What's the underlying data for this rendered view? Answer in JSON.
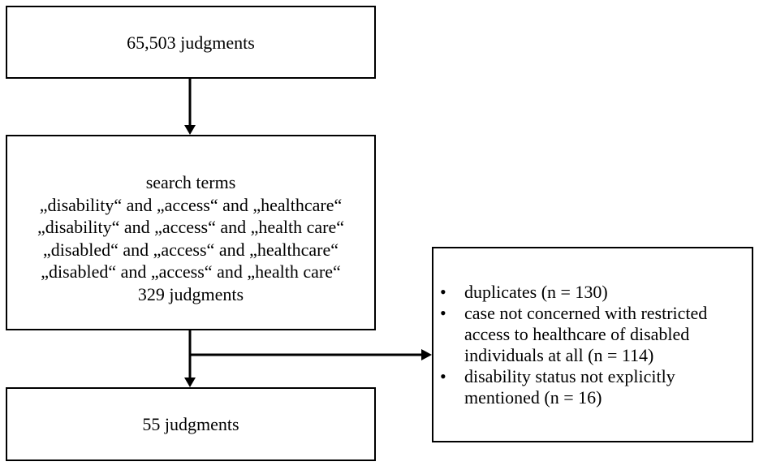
{
  "boxes": {
    "top": {
      "text": "65,503 judgments"
    },
    "middle": {
      "lines": [
        "search terms",
        "„disability“ and „access“ and „healthcare“",
        "„disability“ and „access“ and „health care“",
        "„disabled“ and „access“ and „healthcare“",
        "„disabled“ and „access“ and „health care“",
        "329 judgments"
      ]
    },
    "bottom": {
      "text": "55 judgments"
    },
    "exclusions": {
      "bullet": "•",
      "items": [
        "duplicates (n = 130)",
        "case not concerned with restricted access to healthcare of disabled individuals at all (n = 114)",
        "disability status not explicitly mentioned (n = 16)"
      ]
    }
  },
  "colors": {
    "line": "#000000",
    "background": "#ffffff"
  }
}
